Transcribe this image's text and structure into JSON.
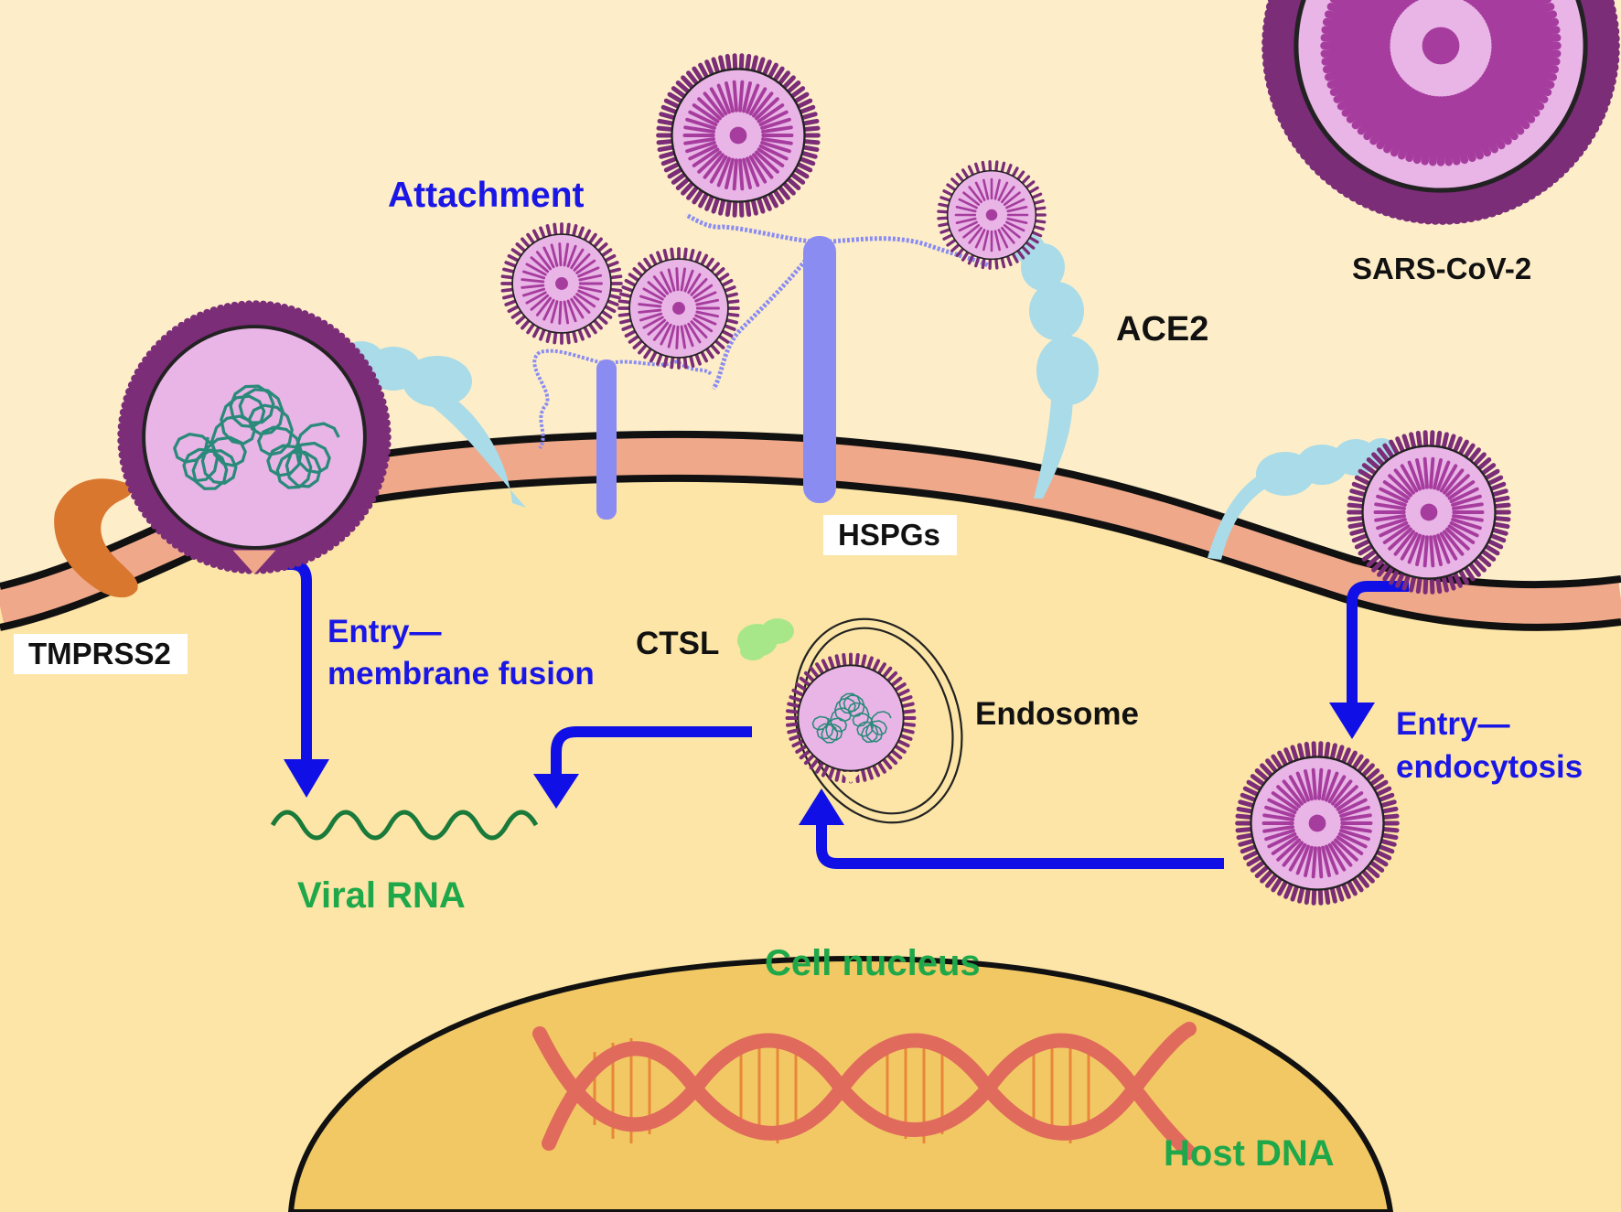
{
  "labels": {
    "attachment": "Attachment",
    "sars": "SARS-CoV-2",
    "ace2": "ACE2",
    "hspgs": "HSPGs",
    "tmprss2": "TMPRSS2",
    "entry_fusion_1": "Entry—",
    "entry_fusion_2": "membrane fusion",
    "ctsl": "CTSL",
    "endosome": "Endosome",
    "entry_endo_1": "Entry—",
    "entry_endo_2": "endocytosis",
    "viral_rna": "Viral RNA",
    "cell_nucleus": "Cell nucleus",
    "host_dna": "Host DNA"
  },
  "colors": {
    "background": "#fdeec9",
    "cytoplasm": "#fce5a6",
    "membrane": "#efa98a",
    "nucleus": "#f2c865",
    "virus_outer": "#7b2d78",
    "virus_inner": "#e9b4e6",
    "ace2": "#a9dbe8",
    "hspg": "#8a8cf2",
    "tmprss2": "#d9772f",
    "ctsl": "#a8e68a",
    "arrow": "#1010e6",
    "dna": "#e06a5c",
    "rna": "#1a7a3a"
  }
}
